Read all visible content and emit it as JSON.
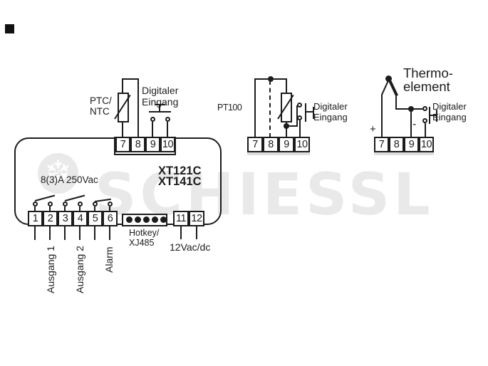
{
  "watermark": {
    "text": "SCHIESSL",
    "logo_letter": "S"
  },
  "sections": {
    "ptc": {
      "sensor_line1": "PTC/",
      "sensor_line2": "NTC",
      "digital_line1": "Digitaler",
      "digital_line2": "Eingang",
      "terminals": [
        "7",
        "8",
        "9",
        "10"
      ]
    },
    "pt100": {
      "label": "PT100",
      "digital_line1": "Digitaler",
      "digital_line2": "Eingang",
      "terminals": [
        "7",
        "8",
        "9",
        "10"
      ]
    },
    "thermo": {
      "label_line1": "Thermo-",
      "label_line2": "element",
      "polarity_plus": "+",
      "polarity_minus": "-",
      "digital_line1": "Digitaler",
      "digital_line2": "Eingang",
      "terminals": [
        "7",
        "8",
        "9",
        "10"
      ]
    }
  },
  "unit": {
    "rating": "8(3)A 250Vac",
    "model_line1": "XT121C",
    "model_line2": "XT141C",
    "relay_terminals": [
      "1",
      "2",
      "3",
      "4",
      "5",
      "6"
    ],
    "supply_terminals": [
      "11",
      "12"
    ],
    "labels": {
      "output1": "Ausgang 1",
      "output2": "Ausgang 2",
      "alarm": "Alarm",
      "connector_line1": "Hotkey/",
      "connector_line2": "XJ485",
      "supply": "12Vac/dc"
    }
  },
  "colors": {
    "line": "#1c1c1c",
    "watermark": "#e9e9e9"
  }
}
